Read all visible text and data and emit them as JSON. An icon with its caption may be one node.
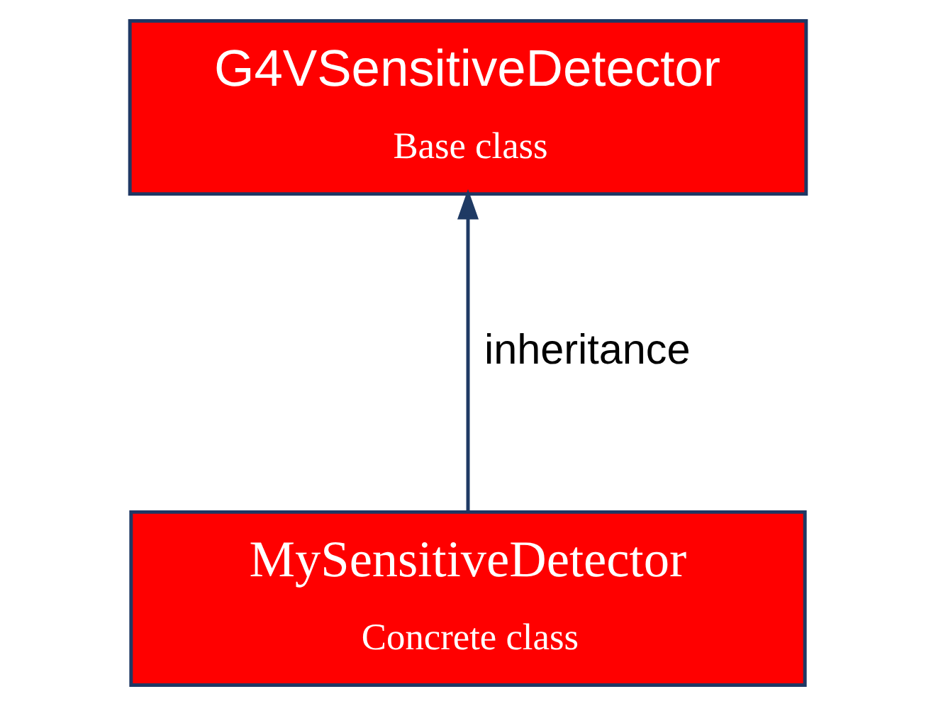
{
  "diagram": {
    "nodes": [
      {
        "text": [
          "G4VSensitiveDetector",
          "Base class"
        ]
      },
      {
        "text": [
          "MySensitiveDetector",
          "Concrete class"
        ]
      }
    ],
    "edges": [
      {
        "from": 1,
        "to": 0,
        "arrow": "to",
        "label": "inheritance"
      }
    ]
  }
}
